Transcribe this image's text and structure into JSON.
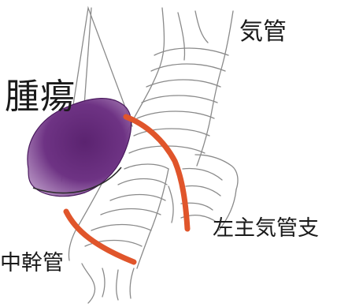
{
  "labels": {
    "trachea": "気管",
    "tumor": "腫瘍",
    "left_main_bronchus": "左主気管支",
    "intermediate_bronchus": "中幹管"
  },
  "colors": {
    "tumor": "#6a2f7e",
    "resection_line": "#e0552b",
    "sketch_line": "#8a8a8a",
    "label_text": "#1a1a1a"
  }
}
